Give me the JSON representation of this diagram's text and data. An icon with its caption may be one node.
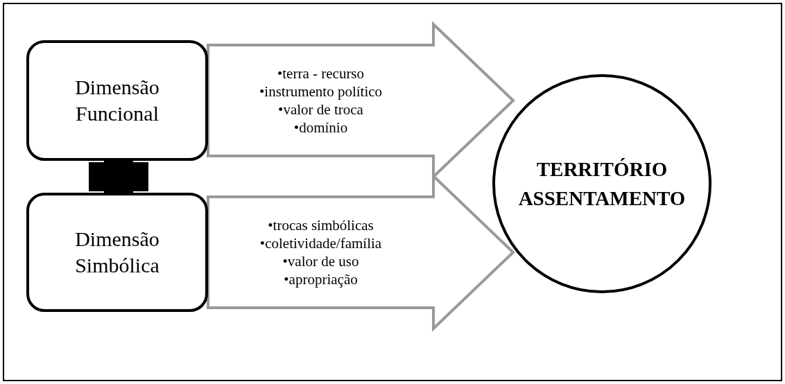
{
  "diagram": {
    "nodes": [
      {
        "text": [
          "Dimensão Funcional"
        ]
      },
      {
        "text": [
          "Dimensão Simbólica"
        ]
      },
      {
        "text": [
          "TERRITÓRIO ASSENTAMENTO"
        ]
      }
    ],
    "edges": [
      {
        "from": 0,
        "to": 2,
        "arrow": "to",
        "style": "thick",
        "label": "•terra - recurso •instrumento político •valor de troca •domínio"
      },
      {
        "from": 1,
        "to": 2,
        "arrow": "to",
        "style": "thick",
        "label": "•trocas simbólicas •coletividade/família •valor de uso •apropriação"
      }
    ]
  }
}
